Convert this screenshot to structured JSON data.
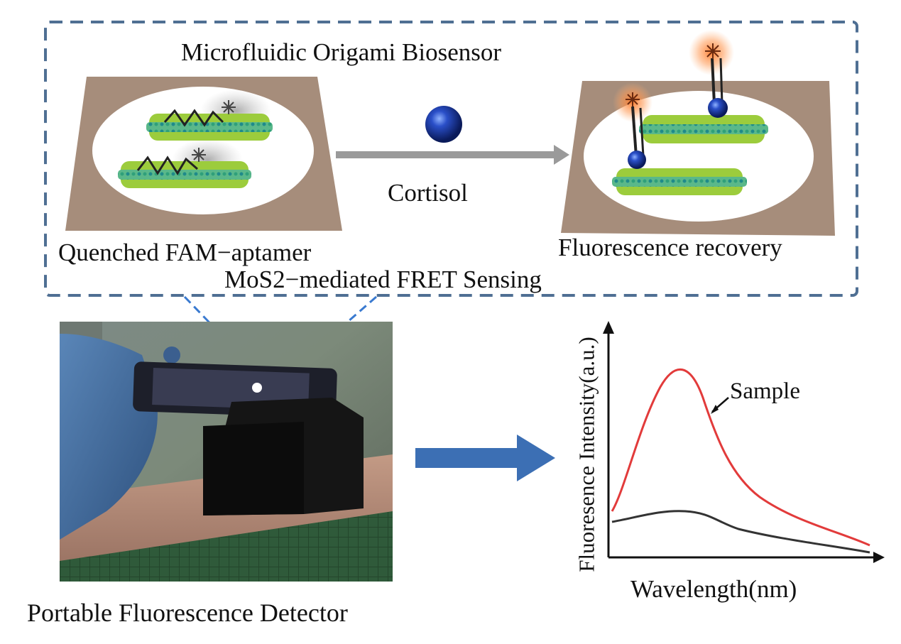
{
  "diagram": {
    "title": "Microfluidic Origami Biosensor",
    "analyte_label": "Cortisol",
    "left_state_label": "Quenched FAM−aptamer",
    "right_state_label": "Fluorescence recovery",
    "mechanism_label": "MoS2−mediated FRET Sensing",
    "device_label": "Portable Fluorescence Detector",
    "colors": {
      "dashed_border": "#4f6f93",
      "paper": "#a68d7b",
      "sheet": "#9ccc3c",
      "arrow_gray": "#9a9a9a",
      "arrow_blue": "#3c6fb4",
      "sample_curve": "#e23b3b",
      "baseline_curve": "#333333"
    }
  },
  "graph": {
    "ylabel": "Fluoresence Intensity(a.u.)",
    "xlabel": "Wavelength(nm)",
    "sample_label": "Sample"
  }
}
